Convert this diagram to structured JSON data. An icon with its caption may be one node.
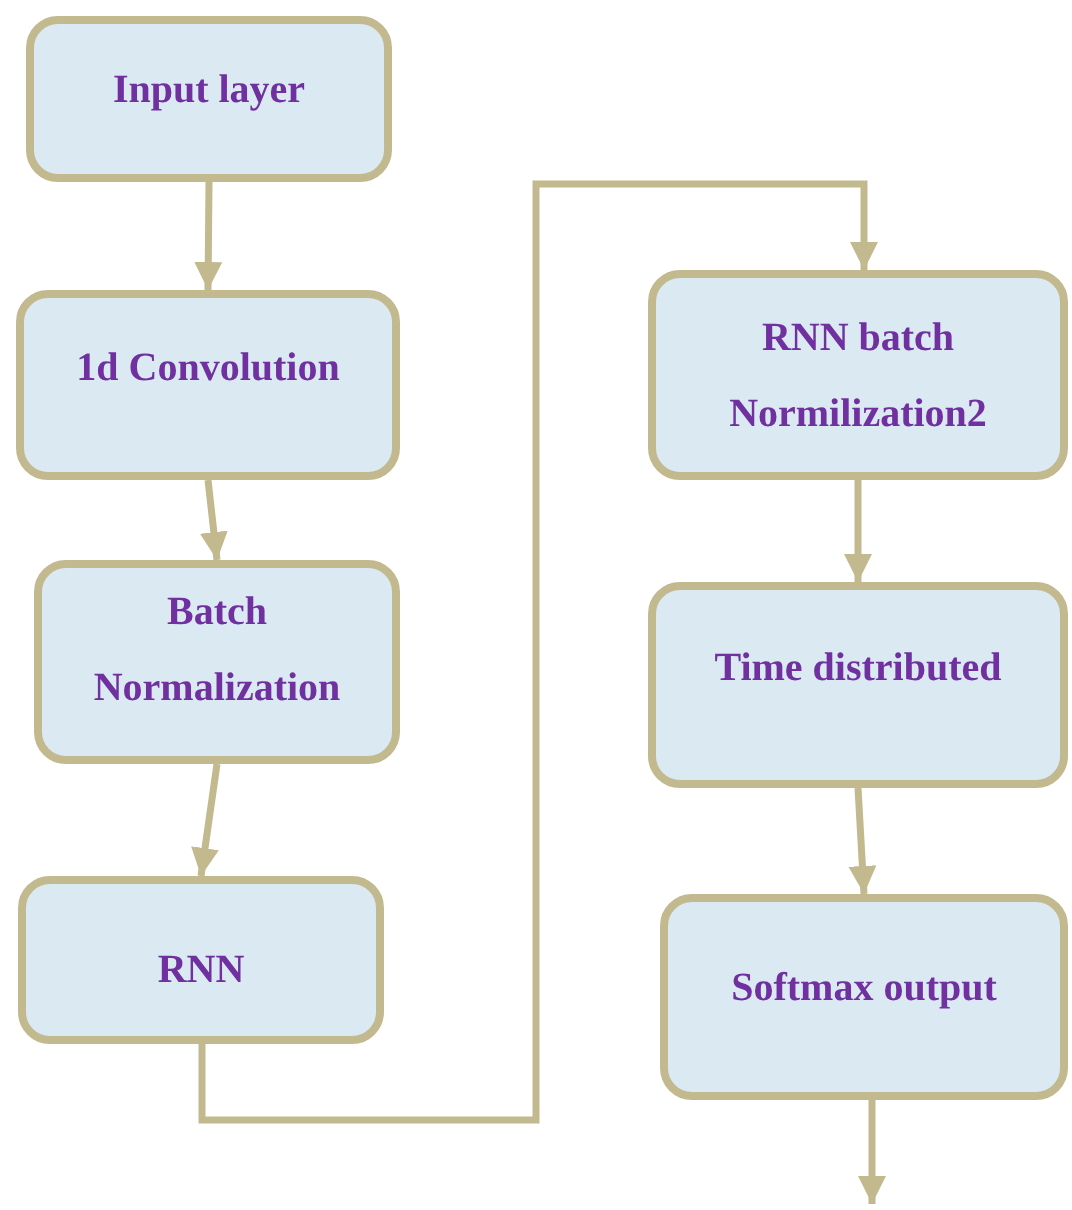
{
  "diagram": {
    "nodes": [
      {
        "text": [
          "Input layer"
        ]
      },
      {
        "text": [
          "1d Convolution"
        ]
      },
      {
        "text": [
          "Batch Normalization"
        ]
      },
      {
        "text": [
          "RNN"
        ]
      },
      {
        "text": [
          "RNN batch Normilization2"
        ]
      },
      {
        "text": [
          "Time distributed"
        ]
      },
      {
        "text": [
          "Softmax output"
        ]
      }
    ],
    "edges": [
      {
        "from": 0,
        "to": 1,
        "arrow": "to"
      },
      {
        "from": 1,
        "to": 2,
        "arrow": "to"
      },
      {
        "from": 2,
        "to": 3,
        "arrow": "to"
      },
      {
        "from": 3,
        "to": 4,
        "arrow": "to"
      },
      {
        "from": 4,
        "to": 5,
        "arrow": "to"
      },
      {
        "from": 5,
        "to": 6,
        "arrow": "to"
      },
      {
        "from": 6,
        "to": null,
        "arrow": "to"
      }
    ]
  }
}
